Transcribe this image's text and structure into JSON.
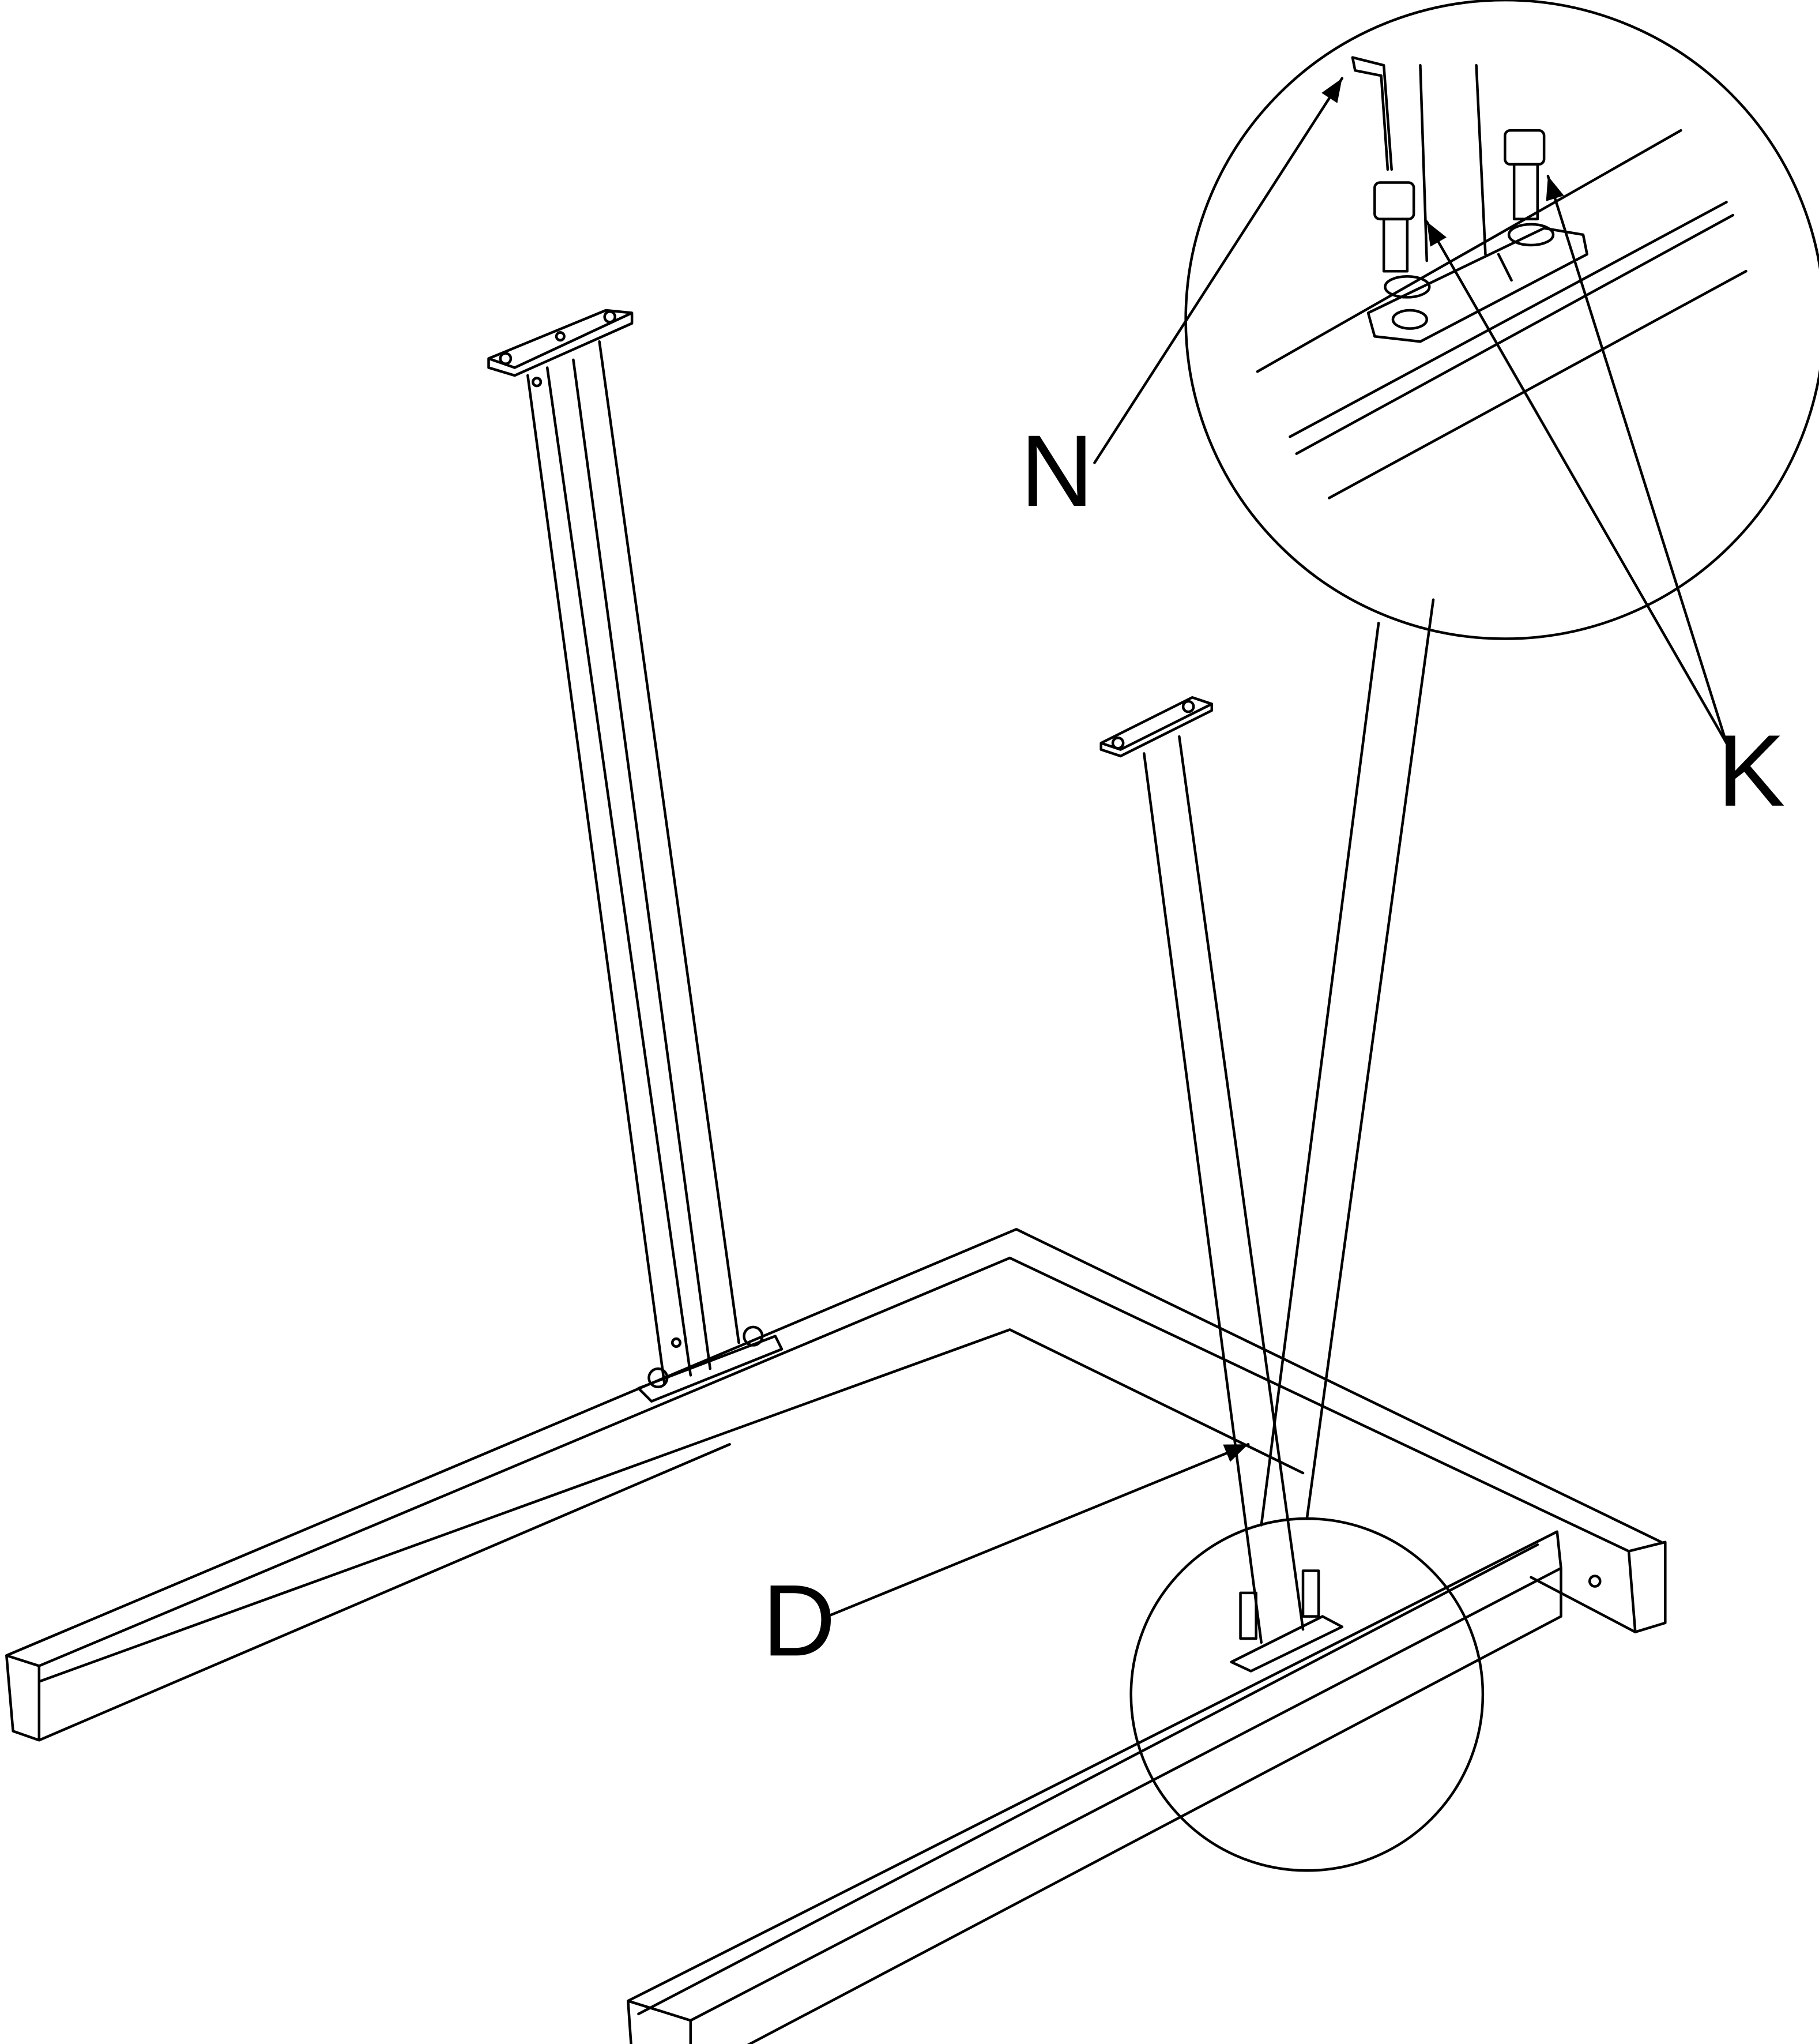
{
  "labels": {
    "hex_key": "N",
    "bolts": "K",
    "leg": "D"
  },
  "colors": {
    "line": "#000000",
    "background": "#ffffff"
  }
}
